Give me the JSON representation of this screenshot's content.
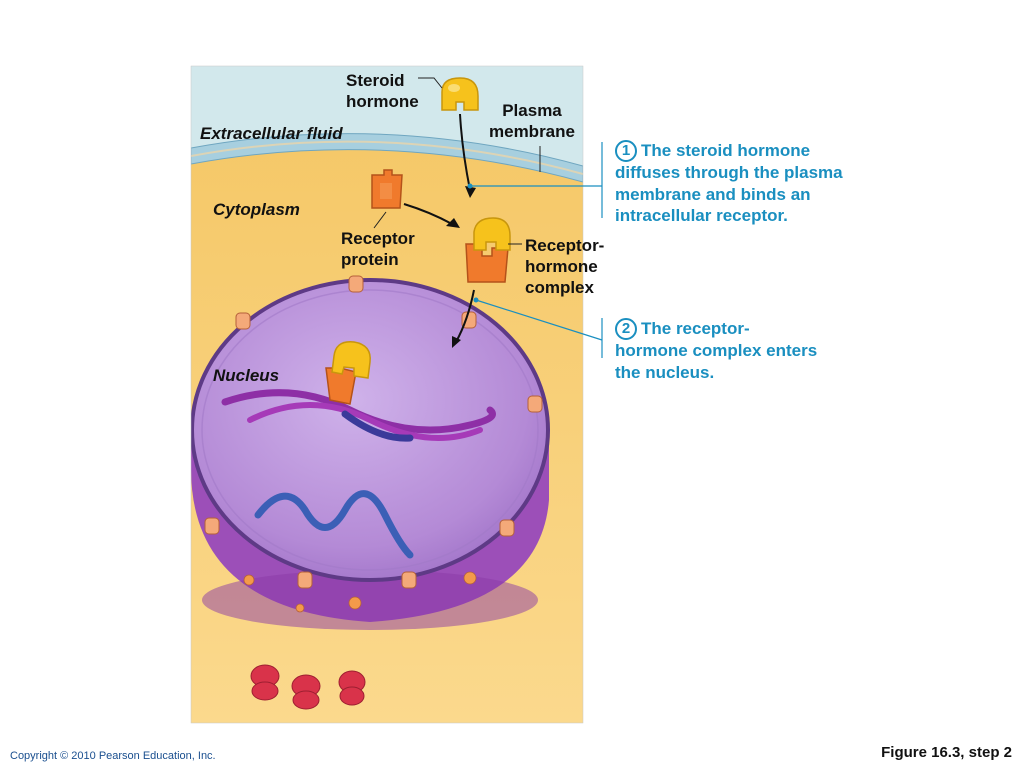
{
  "labels": {
    "steroid_hormone": [
      "Steroid",
      "hormone"
    ],
    "plasma_membrane": [
      "Plasma",
      "membrane"
    ],
    "extracellular_fluid": "Extracellular fluid",
    "cytoplasm": "Cytoplasm",
    "receptor_protein": [
      "Receptor",
      "protein"
    ],
    "receptor_hormone_complex": [
      "Receptor-",
      "hormone",
      "complex"
    ],
    "nucleus": "Nucleus"
  },
  "steps": [
    {
      "number": "1",
      "lines": [
        "The steroid hormone",
        "diffuses through the plasma",
        "membrane and binds an",
        "intracellular receptor."
      ]
    },
    {
      "number": "2",
      "lines": [
        "The receptor-",
        "hormone complex enters",
        "the nucleus."
      ]
    }
  ],
  "footer": {
    "copyright": "Copyright © 2010 Pearson Education, Inc.",
    "figure": "Figure 16.3, step 2"
  },
  "colors": {
    "extracellular": "#cfe6ea",
    "cytoplasm": "#f7c96a",
    "membrane": "#9cc6d8",
    "nucleus": "#b487d6",
    "nucleus_edge": "#5e3a86",
    "hormone": "#f6c21c",
    "receptor": "#f07a2c",
    "step_text": "#1a8fc0",
    "ribosome": "#d9334a"
  }
}
